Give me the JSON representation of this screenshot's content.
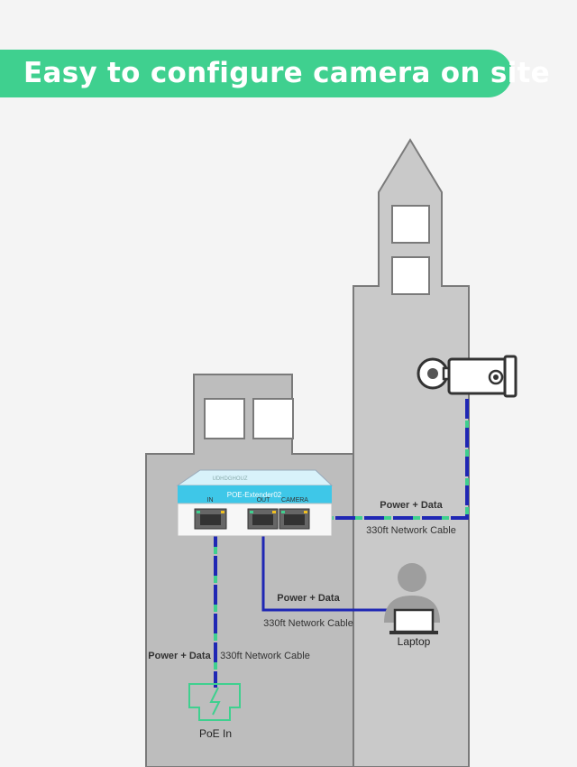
{
  "banner": {
    "title": "Easy to configure camera on site"
  },
  "device": {
    "brand": "UDHDGHOUZ",
    "model": "POE-Extender02",
    "ports": {
      "in": "IN",
      "out": "OUT",
      "camera": "CAMERA"
    }
  },
  "links": {
    "camera": {
      "label": "Power + Data",
      "cable": "330ft Network Cable"
    },
    "laptop": {
      "label": "Power + Data",
      "cable": "330ft Network Cable"
    },
    "input": {
      "label": "Power + Data",
      "cable": "330ft Network Cable"
    }
  },
  "endpoints": {
    "laptop": "Laptop",
    "poe_in": "PoE In"
  },
  "colors": {
    "accent": "#3fd08f",
    "cable_blue": "#1f27b4",
    "cable_green": "#3fd08f",
    "building": "#c9c9c9",
    "building_stroke": "#7a7a7a",
    "device_top": "#3ec7e8"
  }
}
